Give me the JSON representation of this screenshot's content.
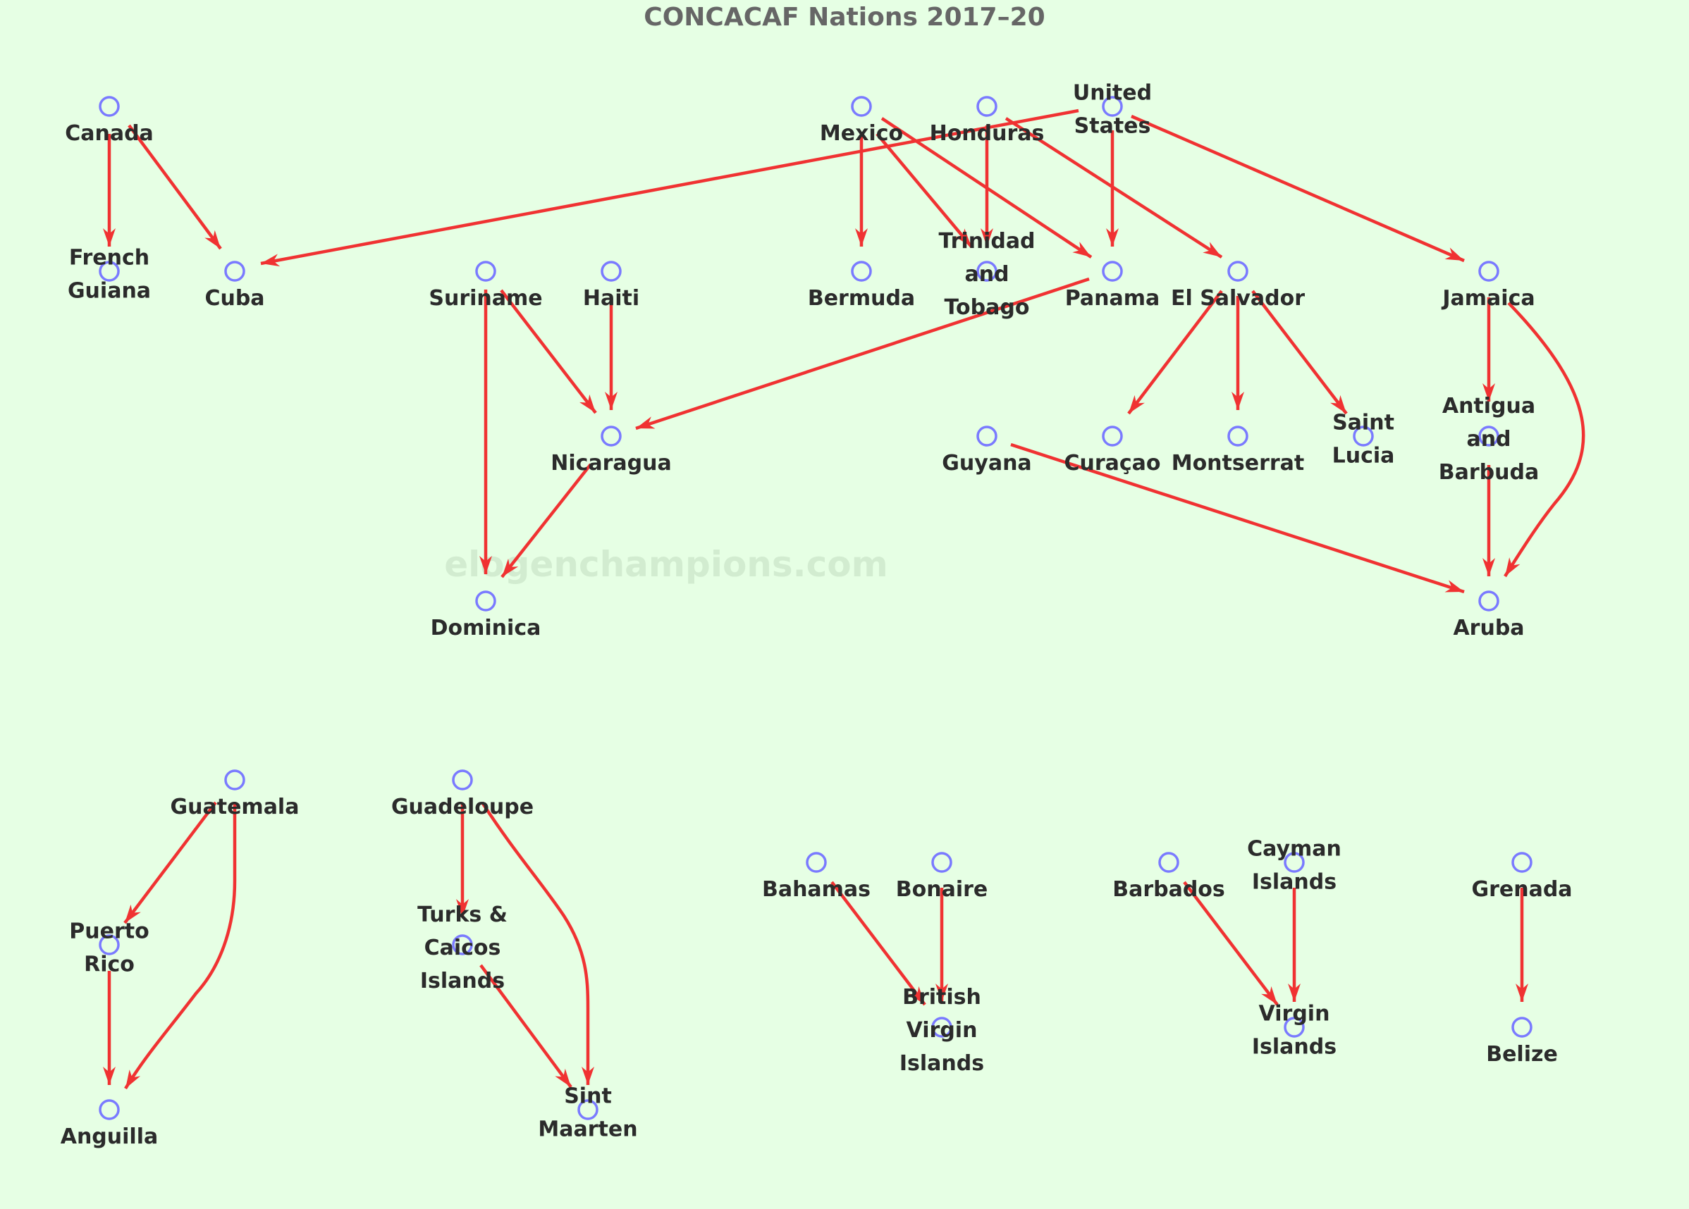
{
  "title": "CONCACAF Nations 2017–20",
  "watermark": "elogenchampions.com",
  "colors": {
    "background": "#e6ffe4",
    "edge": "#f03232",
    "node": "#7a7aff",
    "label": "#2b2b2b",
    "title": "#666666"
  },
  "nodes": [
    {
      "id": "canada",
      "lines": [
        "Canada"
      ]
    },
    {
      "id": "french-guiana",
      "lines": [
        "French",
        "Guiana"
      ]
    },
    {
      "id": "cuba",
      "lines": [
        "Cuba"
      ]
    },
    {
      "id": "suriname",
      "lines": [
        "Suriname"
      ]
    },
    {
      "id": "haiti",
      "lines": [
        "Haiti"
      ]
    },
    {
      "id": "nicaragua",
      "lines": [
        "Nicaragua"
      ]
    },
    {
      "id": "dominica",
      "lines": [
        "Dominica"
      ]
    },
    {
      "id": "mexico",
      "lines": [
        "Mexico"
      ]
    },
    {
      "id": "honduras",
      "lines": [
        "Honduras"
      ]
    },
    {
      "id": "united-states",
      "lines": [
        "United",
        "States"
      ]
    },
    {
      "id": "bermuda",
      "lines": [
        "Bermuda"
      ]
    },
    {
      "id": "trinidad-and-tobago",
      "lines": [
        "Trinidad",
        "and",
        "Tobago"
      ]
    },
    {
      "id": "panama",
      "lines": [
        "Panama"
      ]
    },
    {
      "id": "el-salvador",
      "lines": [
        "El Salvador"
      ]
    },
    {
      "id": "jamaica",
      "lines": [
        "Jamaica"
      ]
    },
    {
      "id": "guyana",
      "lines": [
        "Guyana"
      ]
    },
    {
      "id": "curacao",
      "lines": [
        "Curaçao"
      ]
    },
    {
      "id": "montserrat",
      "lines": [
        "Montserrat"
      ]
    },
    {
      "id": "saint-lucia",
      "lines": [
        "Saint",
        "Lucia"
      ]
    },
    {
      "id": "antigua-and-barbuda",
      "lines": [
        "Antigua",
        "and",
        "Barbuda"
      ]
    },
    {
      "id": "aruba",
      "lines": [
        "Aruba"
      ]
    },
    {
      "id": "guatemala",
      "lines": [
        "Guatemala"
      ]
    },
    {
      "id": "puerto-rico",
      "lines": [
        "Puerto",
        "Rico"
      ]
    },
    {
      "id": "anguilla",
      "lines": [
        "Anguilla"
      ]
    },
    {
      "id": "guadeloupe",
      "lines": [
        "Guadeloupe"
      ]
    },
    {
      "id": "turks-caicos",
      "lines": [
        "Turks &",
        "Caicos",
        "Islands"
      ]
    },
    {
      "id": "sint-maarten",
      "lines": [
        "Sint",
        "Maarten"
      ]
    },
    {
      "id": "bahamas",
      "lines": [
        "Bahamas"
      ]
    },
    {
      "id": "bonaire",
      "lines": [
        "Bonaire"
      ]
    },
    {
      "id": "british-virgin-islands",
      "lines": [
        "British",
        "Virgin",
        "Islands"
      ]
    },
    {
      "id": "barbados",
      "lines": [
        "Barbados"
      ]
    },
    {
      "id": "cayman-islands",
      "lines": [
        "Cayman",
        "Islands"
      ]
    },
    {
      "id": "virgin-islands",
      "lines": [
        "Virgin",
        "Islands"
      ]
    },
    {
      "id": "grenada",
      "lines": [
        "Grenada"
      ]
    },
    {
      "id": "belize",
      "lines": [
        "Belize"
      ]
    }
  ],
  "edges": [
    {
      "from": "canada",
      "to": "french-guiana"
    },
    {
      "from": "canada",
      "to": "cuba"
    },
    {
      "from": "united-states",
      "to": "cuba"
    },
    {
      "from": "suriname",
      "to": "nicaragua"
    },
    {
      "from": "suriname",
      "to": "dominica"
    },
    {
      "from": "haiti",
      "to": "nicaragua"
    },
    {
      "from": "nicaragua",
      "to": "dominica"
    },
    {
      "from": "panama",
      "to": "nicaragua"
    },
    {
      "from": "mexico",
      "to": "bermuda"
    },
    {
      "from": "mexico",
      "to": "trinidad-and-tobago"
    },
    {
      "from": "mexico",
      "to": "panama"
    },
    {
      "from": "honduras",
      "to": "trinidad-and-tobago"
    },
    {
      "from": "honduras",
      "to": "el-salvador"
    },
    {
      "from": "united-states",
      "to": "panama"
    },
    {
      "from": "united-states",
      "to": "jamaica"
    },
    {
      "from": "el-salvador",
      "to": "curacao"
    },
    {
      "from": "el-salvador",
      "to": "montserrat"
    },
    {
      "from": "el-salvador",
      "to": "saint-lucia"
    },
    {
      "from": "jamaica",
      "to": "antigua-and-barbuda"
    },
    {
      "from": "jamaica",
      "to": "aruba"
    },
    {
      "from": "antigua-and-barbuda",
      "to": "aruba"
    },
    {
      "from": "guyana",
      "to": "aruba"
    },
    {
      "from": "guatemala",
      "to": "puerto-rico"
    },
    {
      "from": "guatemala",
      "to": "anguilla"
    },
    {
      "from": "puerto-rico",
      "to": "anguilla"
    },
    {
      "from": "guadeloupe",
      "to": "turks-caicos"
    },
    {
      "from": "guadeloupe",
      "to": "sint-maarten"
    },
    {
      "from": "turks-caicos",
      "to": "sint-maarten"
    },
    {
      "from": "bahamas",
      "to": "british-virgin-islands"
    },
    {
      "from": "bonaire",
      "to": "british-virgin-islands"
    },
    {
      "from": "barbados",
      "to": "virgin-islands"
    },
    {
      "from": "cayman-islands",
      "to": "virgin-islands"
    },
    {
      "from": "grenada",
      "to": "belize"
    }
  ]
}
